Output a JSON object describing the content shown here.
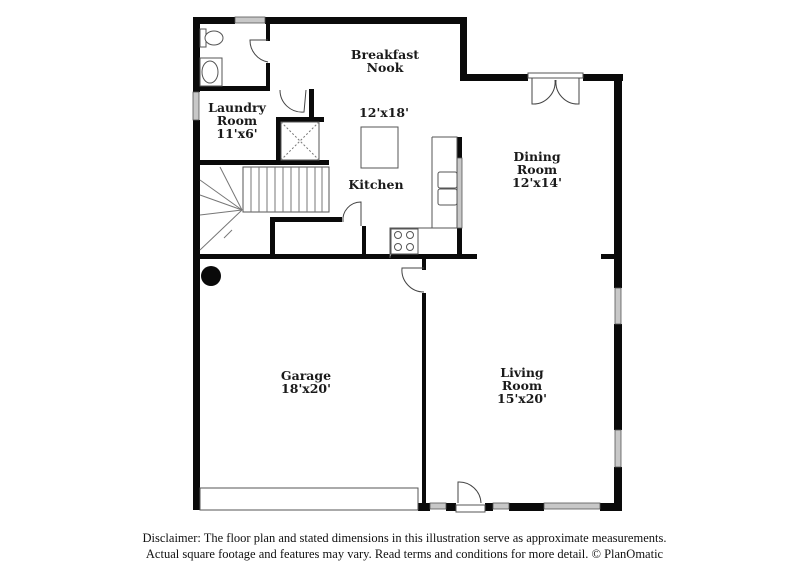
{
  "floor_plan": {
    "rooms": [
      {
        "id": "breakfast-nook",
        "name_line1": "Breakfast",
        "name_line2": "Nook",
        "dimensions": "12'x18'"
      },
      {
        "id": "laundry-room",
        "name_line1": "Laundry",
        "name_line2": "Room",
        "dimensions": "11'x6'"
      },
      {
        "id": "kitchen",
        "name_line1": "Kitchen"
      },
      {
        "id": "dining-room",
        "name_line1": "Dining",
        "name_line2": "Room",
        "dimensions": "12'x14'"
      },
      {
        "id": "garage",
        "name_line1": "Garage",
        "dimensions": "18'x20'"
      },
      {
        "id": "living-room",
        "name_line1": "Living",
        "name_line2": "Room",
        "dimensions": "15'x20'"
      }
    ],
    "fixtures": [
      "toilet",
      "bathroom-sink",
      "kitchen-island",
      "double-sink",
      "cooktop",
      "staircase",
      "water-heater",
      "closet",
      "garage-door",
      "french-door",
      "entry-door"
    ],
    "colors": {
      "wall": "#0a0a0a",
      "window": "#c8c8c8",
      "background": "#ffffff"
    }
  },
  "disclaimer": {
    "line1": "Disclaimer: The floor plan and stated dimensions in this illustration serve as approximate measurements.",
    "line2": "Actual square footage and features may vary. Read terms and conditions for more detail. © PlanOmatic"
  }
}
